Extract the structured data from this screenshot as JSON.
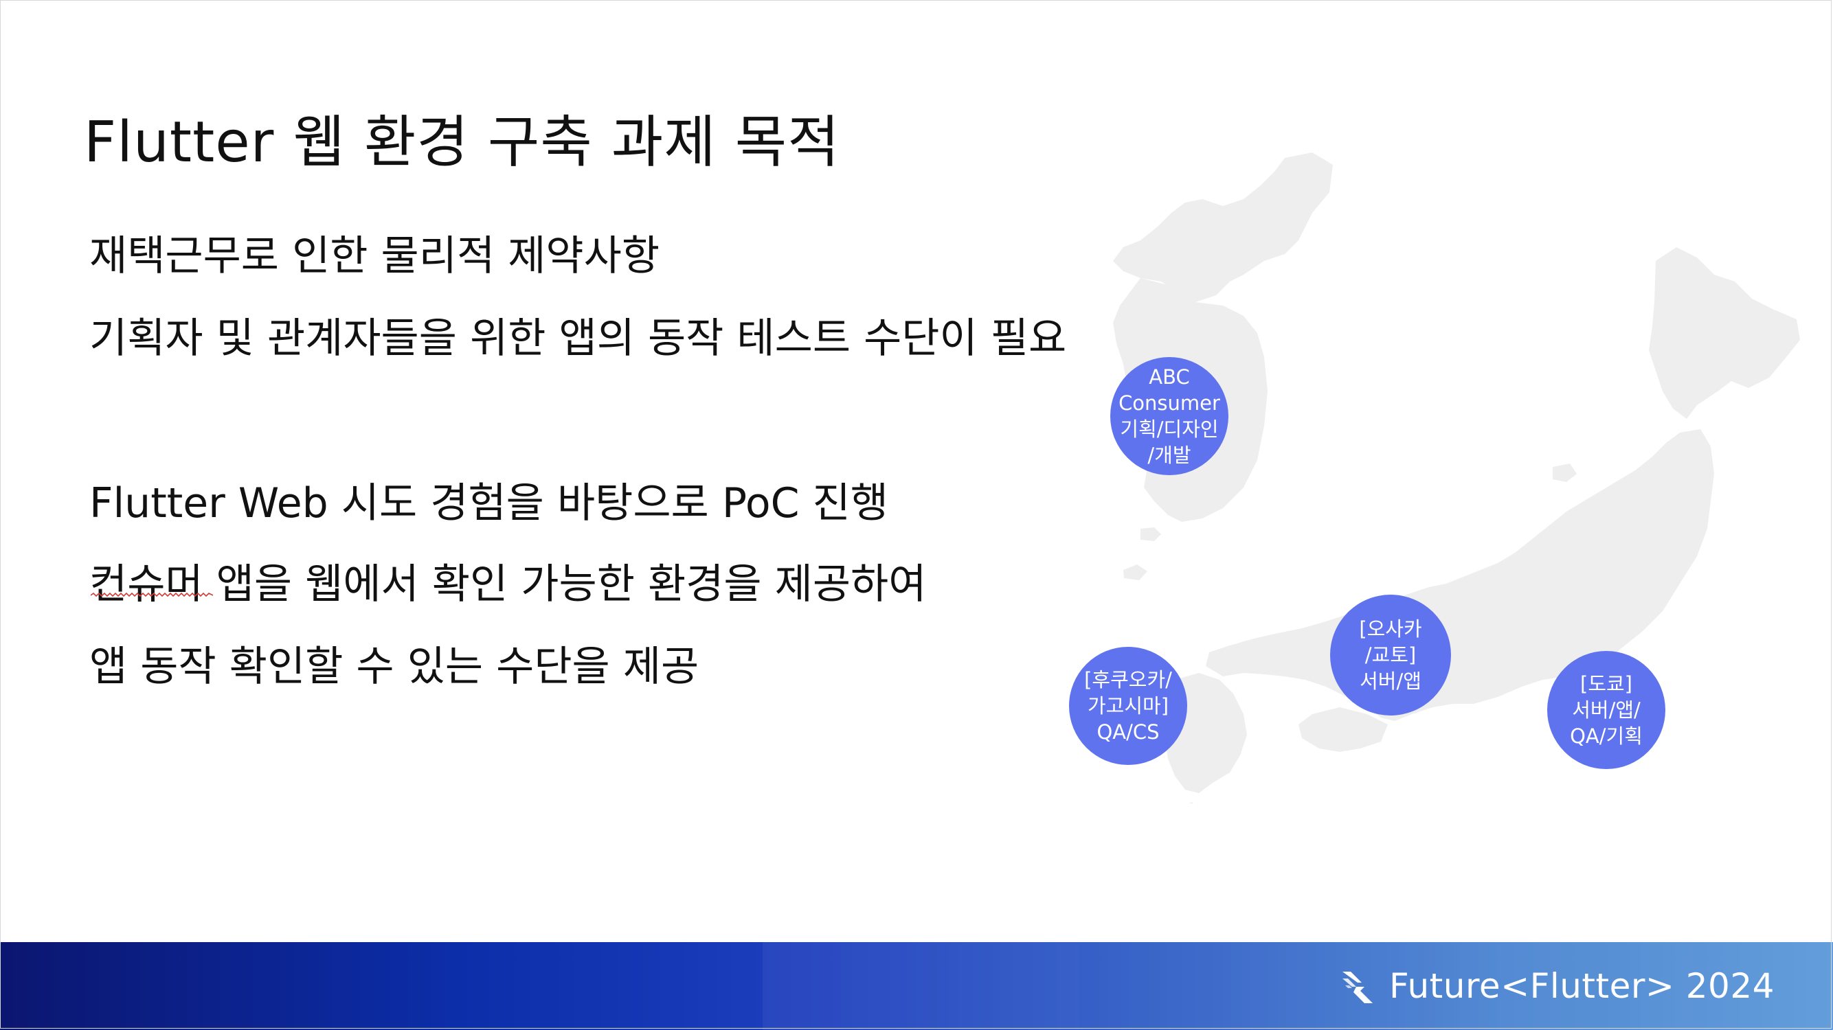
{
  "slide": {
    "title": "Flutter 웹 환경 구축 과제 목적",
    "lines": [
      "재택근무로 인한 물리적 제약사항",
      "기획자 및 관계자들을 위한 앱의 동작 테스트 수단이 필요",
      "Flutter Web 시도 경험을 바탕으로 PoC 진행",
      "컨슈머 앱을 웹에서 확인 가능한 환경을 제공하여",
      "앱 동작 확인할 수 있는 수단을 제공"
    ]
  },
  "map": {
    "badges": [
      {
        "lines": [
          "ABC",
          "Consumer",
          "기획/디자인",
          "/개발"
        ]
      },
      {
        "lines": [
          "[후쿠오카/",
          "가고시마]",
          "QA/CS"
        ]
      },
      {
        "lines": [
          "[오사카",
          "/교토]",
          "서버/앱"
        ]
      },
      {
        "lines": [
          "[도쿄]",
          "서버/앱/",
          "QA/기획"
        ]
      }
    ],
    "badge_color": "#5f73ee",
    "land_color": "#eeeeee"
  },
  "footer": {
    "brand": "Future<Flutter> 2024",
    "logo_icon": "flutter-logo-icon"
  }
}
